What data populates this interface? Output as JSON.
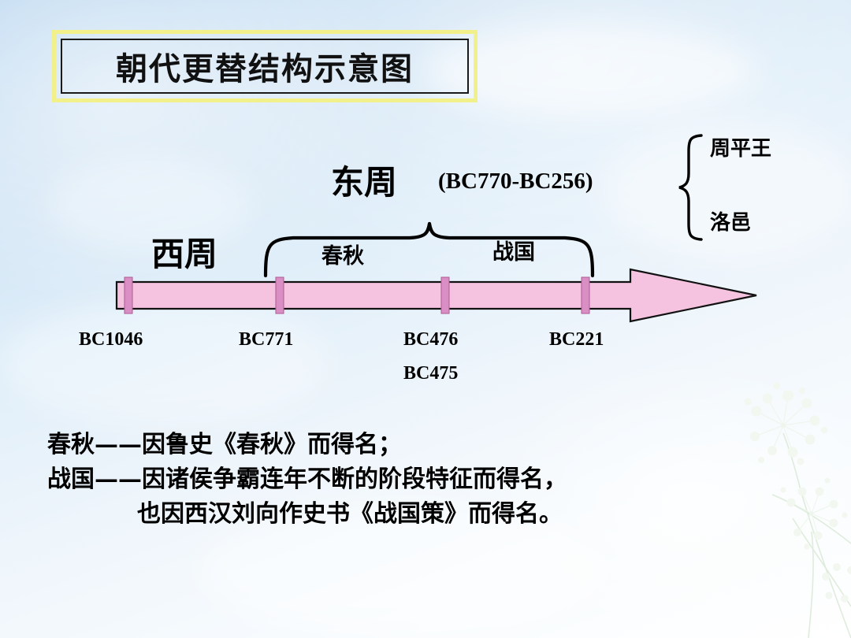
{
  "title": "朝代更替结构示意图",
  "diagram": {
    "periods": {
      "xizhou": "西周",
      "dongzhou": "东周",
      "dongzhou_range": "(BC770-BC256)",
      "chunqiu": "春秋",
      "zhanguo": "战国"
    },
    "right_bracket": {
      "line1": "周平王",
      "line2": "洛邑"
    },
    "ticks": [
      {
        "label": "BC1046"
      },
      {
        "label": "BC771"
      },
      {
        "label": "BC476"
      },
      {
        "label": "BC221"
      }
    ],
    "tick_secondary": "BC475",
    "colors": {
      "arrow_fill": "#f5c3e0",
      "arrow_stroke": "#000000",
      "tick_mark": "#d98fc4",
      "title_border_outer": "#f2f08a",
      "title_border_inner": "#1a1a1a",
      "background_sky": "#cfe3f4"
    }
  },
  "notes": {
    "line1": "春秋——因鲁史《春秋》而得名；",
    "line2": "战国——因诸侯争霸连年不断的阶段特征而得名，",
    "line3": "也因西汉刘向作史书《战国策》而得名。"
  }
}
